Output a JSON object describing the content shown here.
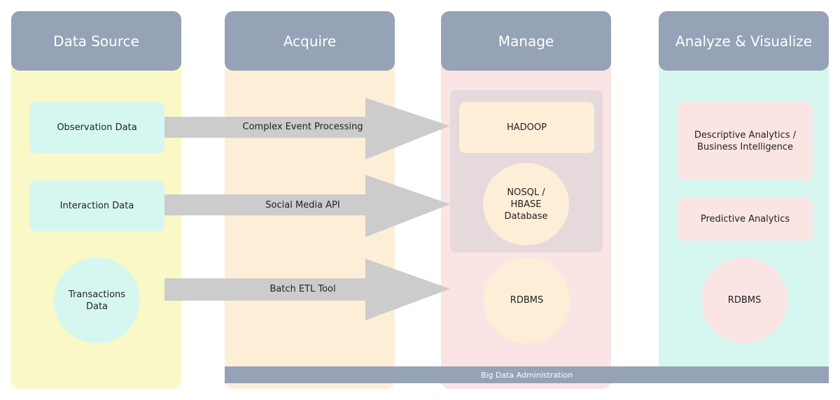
{
  "columns": {
    "data_source": {
      "title": "Data Source",
      "color": "#faf8c6"
    },
    "acquire": {
      "title": "Acquire",
      "color": "#fdeed8"
    },
    "manage": {
      "title": "Manage",
      "color": "#fbe4e4"
    },
    "analyze": {
      "title": "Analyze & Visualize",
      "color": "#d6f7f0"
    }
  },
  "sources": {
    "observation": "Observation Data",
    "interaction": "Interaction Data",
    "transactions": "Transactions\nData"
  },
  "acquire": {
    "arrow1": "Complex Event Processing",
    "arrow2": "Social Media API",
    "arrow3": "Batch ETL Tool",
    "arrow_color": "#cccccc"
  },
  "manage": {
    "hadoop": "HADOOP",
    "nosql": "NOSQL /\nHBASE\nDatabase",
    "rdbms": "RDBMS"
  },
  "analyze": {
    "descriptive": "Descriptive Analytics /\nBusiness Intelligence",
    "predictive": "Predictive Analytics",
    "rdbms": "RDBMS"
  },
  "admin_bar": "Big Data Administration"
}
